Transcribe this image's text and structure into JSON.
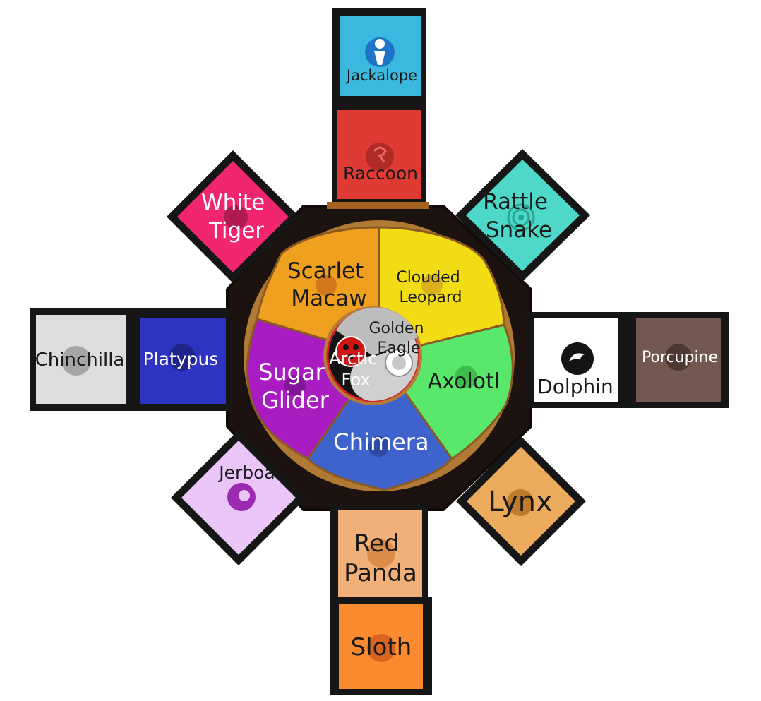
{
  "houses": {
    "jackalope": {
      "label": "Jackalope",
      "color": "#3bb8e0",
      "icon": "person-icon"
    },
    "raccoon": {
      "label": "Raccoon",
      "color": "#df3a33",
      "icon": "swirl-icon"
    },
    "white_tiger": {
      "label_lines": [
        "White",
        "Tiger"
      ],
      "color": "#f2266e",
      "icon": "paw-icon"
    },
    "rattle_snake": {
      "label_lines": [
        "Rattle",
        "Snake"
      ],
      "color": "#4dd8c8",
      "icon": "spiral-icon"
    },
    "chinchilla": {
      "label": "Chinchilla",
      "color": "#dddddd",
      "icon": "ball-icon"
    },
    "platypus": {
      "label": "Platypus",
      "color": "#2e34c2",
      "icon": "platypus-icon"
    },
    "dolphin": {
      "label": "Dolphin",
      "color": "#ffffff",
      "icon": "dolphin-icon"
    },
    "porcupine": {
      "label": "Porcupine",
      "color": "#735850",
      "icon": "porcupine-icon"
    },
    "jerboa": {
      "label": "Jerboa",
      "color": "#e9c6f7",
      "icon": "jerboa-icon"
    },
    "lynx": {
      "label": "Lynx",
      "color": "#ecab5c",
      "icon": "lynx-icon"
    },
    "red_panda": {
      "label_lines": [
        "Red",
        "Panda"
      ],
      "color": "#f0b078",
      "icon": "red-panda-icon"
    },
    "sloth": {
      "label": "Sloth",
      "color": "#f98a2e",
      "icon": "sloth-icon"
    }
  },
  "petals": {
    "scarlet_macaw": {
      "label_lines": [
        "Scarlet",
        "Macaw"
      ],
      "color": "#eea01e"
    },
    "clouded_leopard": {
      "label_lines": [
        "Clouded",
        "Leopard"
      ],
      "color": "#f2dd14"
    },
    "axolotl": {
      "label": "Axolotl",
      "color": "#5ae86a"
    },
    "chimera": {
      "label": "Chimera",
      "color": "#3e63cc"
    },
    "sugar_glider": {
      "label_lines": [
        "Sugar",
        "Glider"
      ],
      "color": "#a81cc2"
    }
  },
  "center": {
    "golden_eagle": {
      "label_lines": [
        "Golden",
        "Eagle"
      ]
    },
    "arctic_fox": {
      "label_lines": [
        "Arctic",
        "Fox"
      ]
    }
  }
}
